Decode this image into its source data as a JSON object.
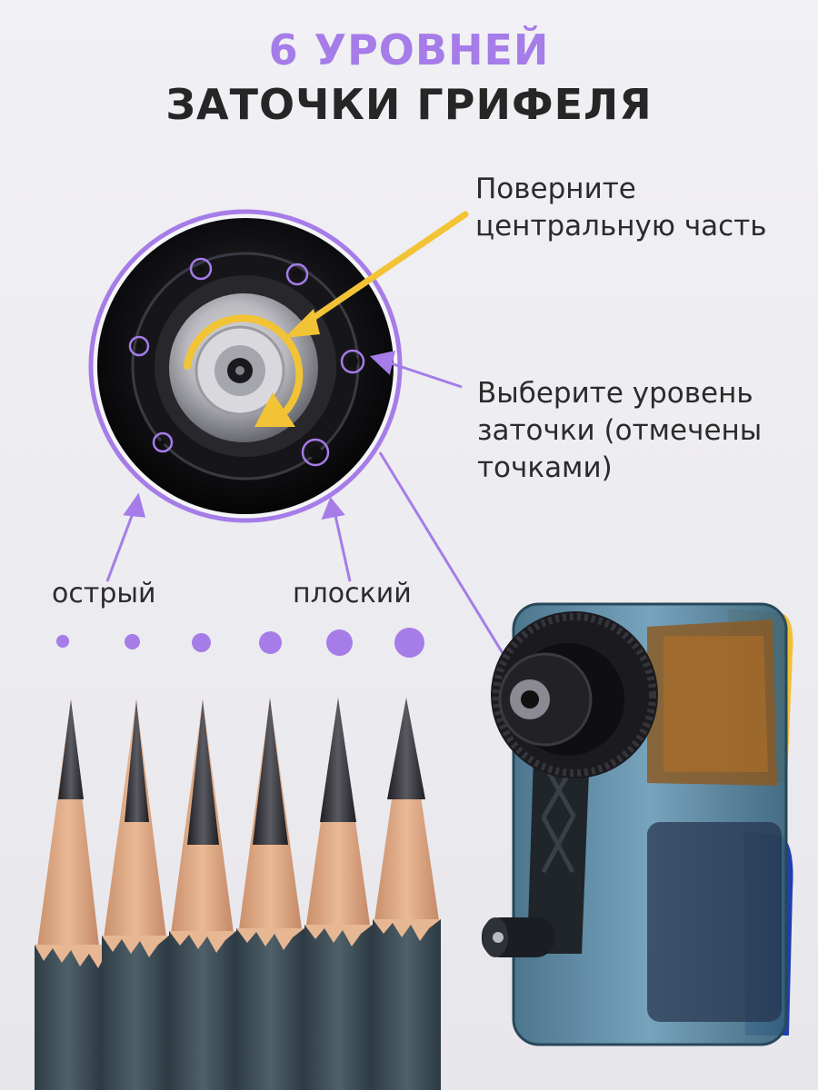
{
  "header": {
    "line1": "6 УРОВНЕЙ",
    "line2": "ЗАТОЧКИ ГРИФЕЛЯ"
  },
  "callouts": {
    "rotate": [
      "Поверните",
      "центральную часть"
    ],
    "select": [
      "Выберите уровень",
      "заточки (отмечены",
      "точками)"
    ]
  },
  "levels": {
    "sharp_label": "острый",
    "flat_label": "плоский",
    "count": 6
  },
  "colors": {
    "accent": "#a57ce8",
    "arrow_yellow": "#f2c335",
    "title_dark": "#262626",
    "pencil_body": "#3b4a52"
  },
  "icons": {
    "rotate_arrow": "curved-rotate-arrow-icon",
    "pointer_arrow": "pointer-arrow-icon"
  }
}
